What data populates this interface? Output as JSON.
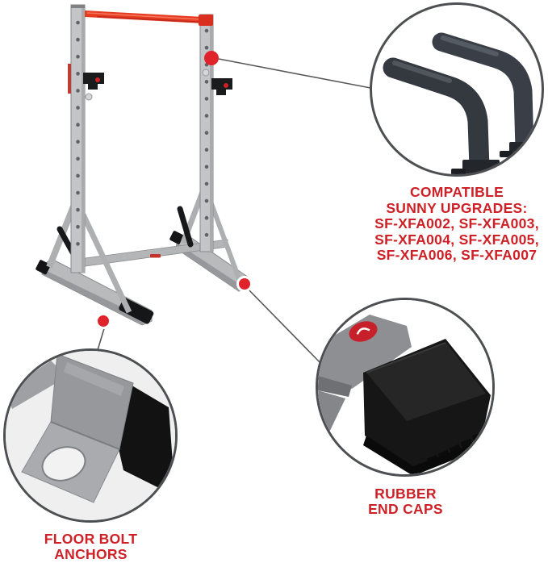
{
  "annotations": {
    "upgrades": {
      "lines": [
        "COMPATIBLE",
        "SUNNY UPGRADES:",
        "SF-XFA002, SF-XFA003,",
        "SF-XFA004, SF-XFA005,",
        "SF-XFA006, SF-XFA007"
      ]
    },
    "floor_anchors": {
      "lines": [
        "FLOOR BOLT",
        "ANCHORS"
      ]
    },
    "rubber_caps": {
      "lines": [
        "RUBBER",
        "END CAPS"
      ]
    }
  },
  "callouts": [
    {
      "id": "dip-bars",
      "image": "dip-bar-attachments-photo"
    },
    {
      "id": "floor-anchor",
      "image": "floor-bolt-anchor-bracket-photo"
    },
    {
      "id": "rubber-cap",
      "image": "rubber-end-cap-photo"
    }
  ],
  "colors": {
    "label_red": "#ce2127",
    "pullup_bar_red": "#e63c22",
    "marker_red": "#e0222b",
    "frame_gray": "#c2c3c5",
    "circle_border": "#4d4f52",
    "attachment_dark": "#34383f",
    "leader_line": "#58595b"
  }
}
